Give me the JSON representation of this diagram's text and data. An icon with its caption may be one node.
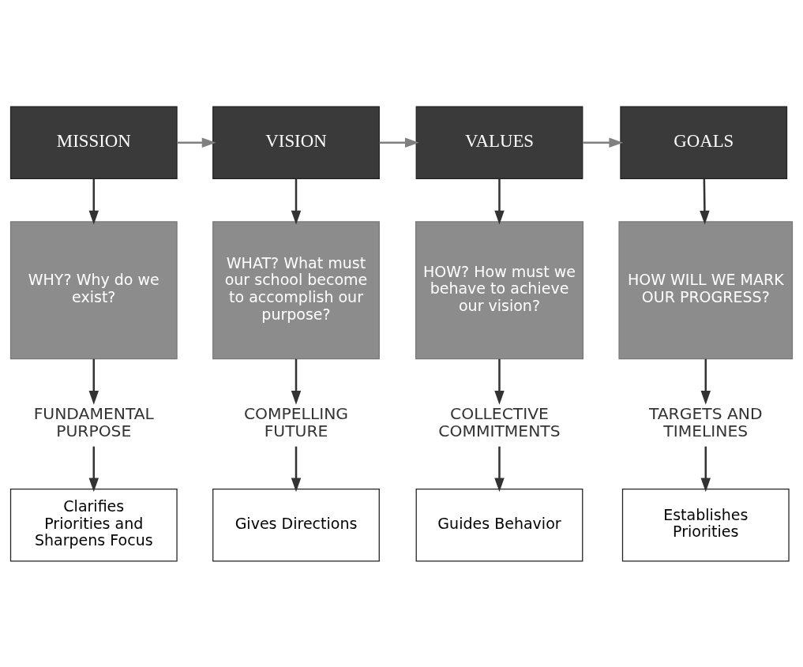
{
  "diagram": {
    "nodes": [
      {
        "text": [
          "MISSION"
        ]
      },
      {
        "text": [
          "VISION"
        ]
      },
      {
        "text": [
          "VALUES"
        ]
      },
      {
        "text": [
          "GOALS"
        ]
      },
      {
        "text": [
          "WHY? Why do we exist?"
        ]
      },
      {
        "text": [
          "WHAT? What must our school become to accomplish our purpose?"
        ]
      },
      {
        "text": [
          "HOW? How must we behave to achieve our vision?"
        ]
      },
      {
        "text": [
          "HOW WILL WE MARK OUR PROGRESS?"
        ]
      },
      {
        "text": [
          "FUNDAMENTAL PURPOSE"
        ]
      },
      {
        "text": [
          "COMPELLING FUTURE"
        ]
      },
      {
        "text": [
          "COLLECTIVE COMMITMENTS"
        ]
      },
      {
        "text": [
          "TARGETS AND TIMELINES"
        ]
      },
      {
        "text": [
          "Clarifies Priorities and Sharpens Focus"
        ]
      },
      {
        "text": [
          "Gives Directions"
        ]
      },
      {
        "text": [
          "Guides Behavior"
        ]
      },
      {
        "text": [
          "Establishes Priorities"
        ]
      }
    ],
    "edges": [
      {
        "from": 0,
        "to": 1,
        "arrow": "to",
        "color": "#808080"
      },
      {
        "from": 1,
        "to": 2,
        "arrow": "to",
        "color": "#808080"
      },
      {
        "from": 2,
        "to": 3,
        "arrow": "to",
        "color": "#808080"
      },
      {
        "from": 0,
        "to": 4,
        "arrow": "to"
      },
      {
        "from": 1,
        "to": 5,
        "arrow": "to"
      },
      {
        "from": 2,
        "to": 6,
        "arrow": "to"
      },
      {
        "from": 3,
        "to": 7,
        "arrow": "to"
      },
      {
        "from": 4,
        "to": 8,
        "arrow": "to"
      },
      {
        "from": 5,
        "to": 9,
        "arrow": "to"
      },
      {
        "from": 6,
        "to": 10,
        "arrow": "to"
      },
      {
        "from": 7,
        "to": 11,
        "arrow": "to"
      },
      {
        "from": 8,
        "to": 12,
        "arrow": "to"
      },
      {
        "from": 9,
        "to": 13,
        "arrow": "to"
      },
      {
        "from": 10,
        "to": 14,
        "arrow": "to"
      },
      {
        "from": 11,
        "to": 15,
        "arrow": "to"
      }
    ]
  }
}
